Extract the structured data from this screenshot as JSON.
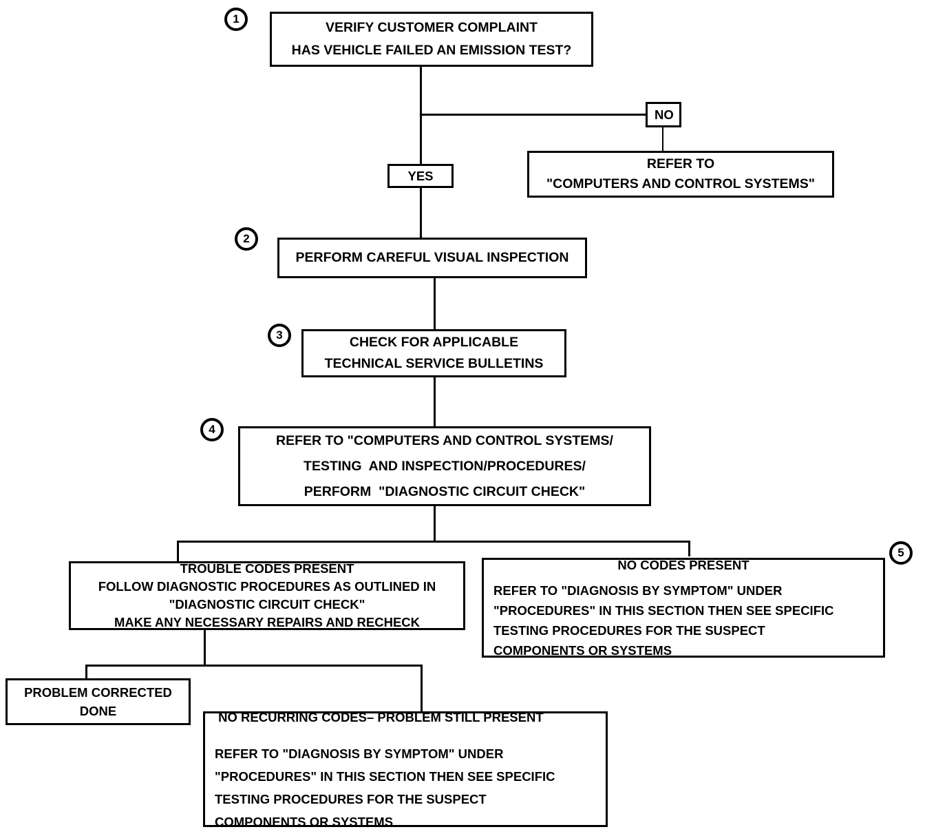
{
  "diagram": {
    "title": "Emission Test Failure Diagnostic Flowchart",
    "stroke_color": "#000000",
    "background_color": "#ffffff",
    "steps": [
      {
        "id": "1",
        "label": "1"
      },
      {
        "id": "2",
        "label": "2"
      },
      {
        "id": "3",
        "label": "3"
      },
      {
        "id": "4",
        "label": "4"
      },
      {
        "id": "5",
        "label": "5"
      }
    ],
    "nodes": {
      "verify_complaint": {
        "lines": [
          "VERIFY CUSTOMER COMPLAINT",
          "HAS VEHICLE FAILED AN EMISSION TEST?"
        ]
      },
      "no_label": {
        "lines": [
          "NO"
        ]
      },
      "yes_label": {
        "lines": [
          "YES"
        ]
      },
      "refer_computers": {
        "lines": [
          "REFER TO",
          "\"COMPUTERS AND CONTROL SYSTEMS\""
        ]
      },
      "visual_inspection": {
        "lines": [
          "PERFORM CAREFUL VISUAL INSPECTION"
        ]
      },
      "service_bulletins": {
        "lines": [
          "CHECK FOR APPLICABLE",
          "TECHNICAL SERVICE BULLETINS"
        ]
      },
      "diagnostic_circuit_check": {
        "lines": [
          "REFER TO \"COMPUTERS AND CONTROL SYSTEMS/",
          "TESTING  AND INSPECTION/PROCEDURES/",
          "PERFORM  \"DIAGNOSTIC CIRCUIT CHECK\""
        ]
      },
      "trouble_codes_present": {
        "lines": [
          "TROUBLE CODES PRESENT",
          "FOLLOW DIAGNOSTIC PROCEDURES AS OUTLINED IN",
          "\"DIAGNOSTIC CIRCUIT CHECK\"",
          "MAKE ANY NECESSARY REPAIRS AND RECHECK"
        ]
      },
      "no_codes_present": {
        "heading": "NO CODES PRESENT",
        "lines": [
          "REFER TO \"DIAGNOSIS BY SYMPTOM\" UNDER",
          "\"PROCEDURES\" IN THIS SECTION THEN SEE SPECIFIC",
          "TESTING PROCEDURES FOR THE SUSPECT",
          "COMPONENTS OR SYSTEMS"
        ]
      },
      "problem_corrected": {
        "lines": [
          "PROBLEM CORRECTED",
          "DONE"
        ]
      },
      "no_recurring_codes": {
        "heading": " NO RECURRING CODES– PROBLEM STILL PRESENT",
        "lines": [
          "REFER TO \"DIAGNOSIS BY SYMPTOM\" UNDER",
          "\"PROCEDURES\" IN THIS SECTION THEN SEE SPECIFIC",
          "TESTING PROCEDURES FOR THE SUSPECT",
          "COMPONENTS OR SYSTEMS"
        ]
      }
    }
  }
}
